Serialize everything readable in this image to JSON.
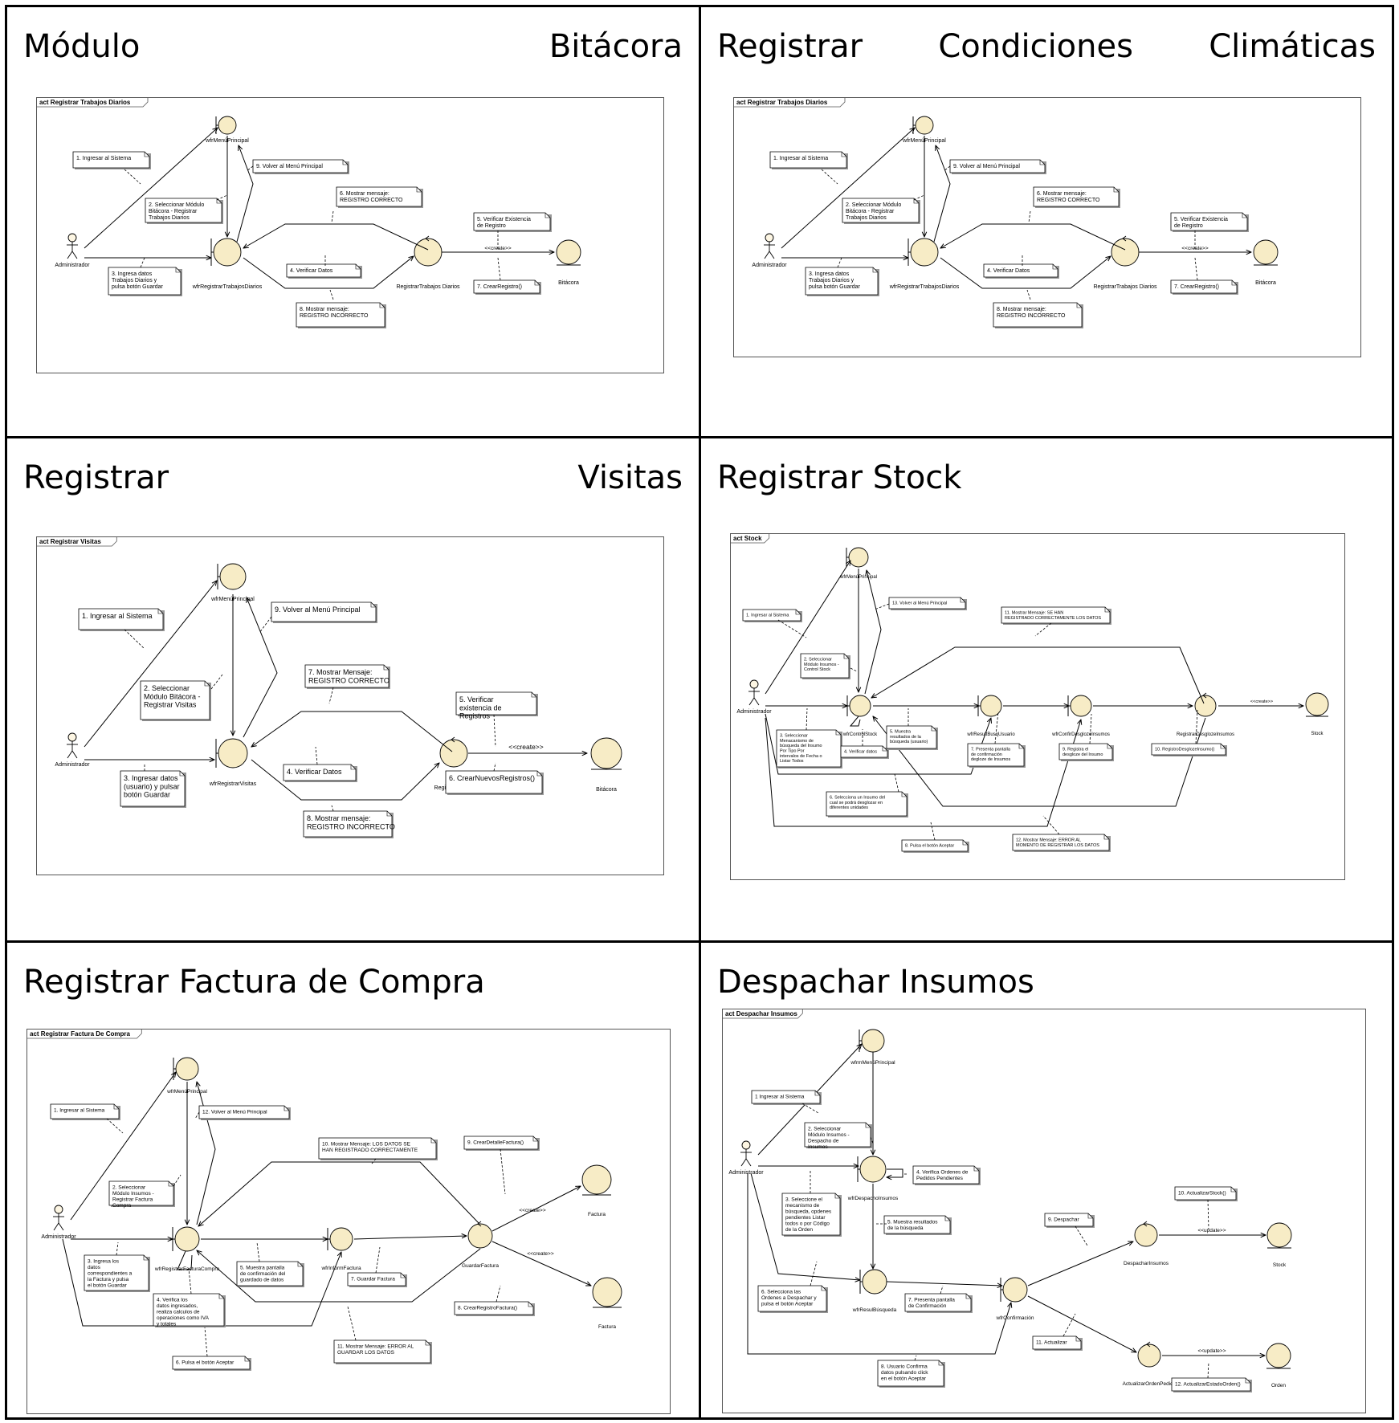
{
  "panels": [
    {
      "title_words": [
        "Módulo",
        "Bitácora"
      ],
      "frame_label": "act Registrar Trabajos Diarios",
      "actor": "Administrador",
      "nodes": {
        "menu": "wfrMenúPrincipal",
        "form": "wfrRegistrarTrabajosDiarios",
        "control": "RegistrarTrabajos Diarios",
        "entity": "Bitácora"
      },
      "stereotype": "<<create>>",
      "notes": [
        "1. Ingresar al Sistema",
        "2. Seleccionar Módulo Bitácora - Registrar Trabajos Diarios",
        "3. Ingresa datos Trabajos Diarios y pulsa botón Guardar",
        "4. Verificar Datos",
        "5. Verificar Existencia de Registro",
        "6. Mostrar mensaje: REGISTRO CORRECTO",
        "7. CrearRegistro()",
        "8. Mostrar mensaje: REGISTRO INCORRECTO",
        "9. Volver al Menú Principal"
      ]
    },
    {
      "title_words": [
        "Registrar",
        "Condiciones",
        "Climáticas"
      ],
      "frame_label": "act Registrar Trabajos Diarios",
      "actor": "Administrador",
      "nodes": {
        "menu": "wfrMenúPrincipal",
        "form": "wfrRegistrarTrabajosDiarios",
        "control": "RegistrarTrabajos Diarios",
        "entity": "Bitácora"
      },
      "stereotype": "<<create>>",
      "notes": [
        "1. Ingresar al Sistema",
        "2. Seleccionar Módulo Bitácora - Registrar Trabajos Diarios",
        "3. Ingresa datos Trabajos Diarios y pulsa botón Guardar",
        "4. Verificar Datos",
        "5. Verificar Existencia de Registro",
        "6. Mostrar mensaje: REGISTRO CORRECTO",
        "7. CrearRegistro()",
        "8. Mostrar mensaje: REGISTRO INCORRECTO",
        "9. Volver al Menú Principal"
      ]
    },
    {
      "title_words": [
        "Registrar",
        "Visitas"
      ],
      "frame_label": "act Registrar Visitas",
      "actor": "Administrador",
      "nodes": {
        "menu": "wfrMenúPrincipal",
        "form": "wfrRegistrarVisitas",
        "control": "RegistrarVisitas",
        "entity": "Bitácora"
      },
      "stereotype": "<<create>>",
      "notes": [
        "1. Ingresar al Sistema",
        "2. Seleccionar Módulo Bitácora - Registrar Visitas",
        "3. Ingresar datos (usuario) y pulsar botón Guardar",
        "4. Verificar Datos",
        "5. Verificar existencia de Registros",
        "6. CrearNuevosRegistros()",
        "7. Mostrar Mensaje: REGISTRO CORRECTO",
        "8. Mostrar mensaje: REGISTRO INCORRECTO",
        "9. Volver al Menú Principal"
      ]
    },
    {
      "title_words": [
        "Registrar Stock"
      ],
      "frame_label": "act Stock",
      "actor": "Administrador",
      "nodes": {
        "menu": "wfrMenúPrincipal",
        "control": "wfrControlStock",
        "result": "wfrResultBusqUsuario",
        "confirm": "wfrConfirDesglozeInsumos",
        "process": "RegistrarDesglozeInsumos",
        "entity": "Stock"
      },
      "stereotype": "<<create>>",
      "notes": [
        "1. Ingresar al Sistema",
        "2. Seleccionar Módulo Insumos - Control Stock",
        "3. Seleccionar Menacanismo de búsqueda del Insumo Por Tipo Por intervalos de Fecha o Listar Todos",
        "4. Verificar datos",
        "5. Muestra resultados de la búsqueda (usuario)",
        "6. Selecciona un Insumo del cual se podrá desglozar en diferentes unidades",
        "7. Presenta pantalla de confirmación degloze de Insumos",
        "8. Pulsa el botón Aceptar",
        "9. Registra el desgloze del Insumo",
        "10. RegistroDesglozeInsumo()",
        "11. Mostrar Mensaje: SE HAN REGISTRADO CORRECTAMENTE LOS DATOS",
        "12. Mostrar Mensaje: ERROR AL MOMENTO DE REGISTRAR LOS DATOS",
        "13. Volver al Menú Principal"
      ]
    },
    {
      "title_words": [
        "Registrar Factura de Compra"
      ],
      "frame_label": "act Registrar Factura De Compra",
      "actor": "Administrador",
      "nodes": {
        "menu": "wfrMenúPrincipal",
        "form": "wfrRegistrarFacturaCompra",
        "inform": "wfrInformFactura",
        "control": "GuardarFactura",
        "entity1": "Factura",
        "entity2": "Factura"
      },
      "stereotypes": [
        "<<create>>",
        "<<create>>"
      ],
      "notes": [
        "1. Ingresar al Sistema",
        "2. Seleccionar Módulo Insumos - Registrar Factura Compra",
        "3. Ingresa los datos correspondientes a la Factura y pulsa el botón Guardar",
        "4. Verifica los datos ingresados, realiza calculos de operaciones como IVA y totales",
        "5. Muestra pantalla de confirmación del guardado de datos",
        "6. Pulsa el botón Aceptar",
        "7. Guardar Factura",
        "8. CrearRegistroFactura()",
        "9. CrearDetalleFactura()",
        "10. Mostrar Mensaje: LOS DATOS SE HAN REGISTRADO CORRECTAMENTE",
        "11. Mostrar Mensaje: ERROR AL GUARDAR LOS DATOS",
        "12. Volver al Menú Principal"
      ]
    },
    {
      "title_words": [
        "Despachar Insumos"
      ],
      "frame_label": "act Despachar Insumos",
      "actor": "Administrador",
      "nodes": {
        "menu": "wfrmMenúPrincipal",
        "dispatch": "wfrDespachoInsumos",
        "result": "wfrResulBúsqueda",
        "confirm": "wfrConfirmación",
        "process": "DespacharInsumos",
        "update": "ActualizarOrdenPedido",
        "entity1": "Stock",
        "entity2": "Orden"
      },
      "stereotypes": [
        "<<update>>",
        "<<update>>"
      ],
      "notes": [
        "1 Ingresar al Sistema",
        "2. Seleccionar Módulo Insumos - Despacho de Insumos",
        "3. Seleccione el mecanismo de búsqueda, opdenes pendientes Listar todos o por Código de la Orden",
        "4. Verifica Ordenes de Pedidos Pendientes",
        "5. Muestra resultados de la búsqueda",
        "6. Selecciona las Ordenes a Despachar y pulsa el botón Aceptar",
        "7. Presenta pantalla de Confirmación",
        "8. Usuario Confirma datos pulsando click en el botón Aceptar",
        "9. Despachar",
        "10. ActualizarStock()",
        "11. Actualizar",
        "12. ActualizarEstadoOrden()"
      ]
    }
  ]
}
